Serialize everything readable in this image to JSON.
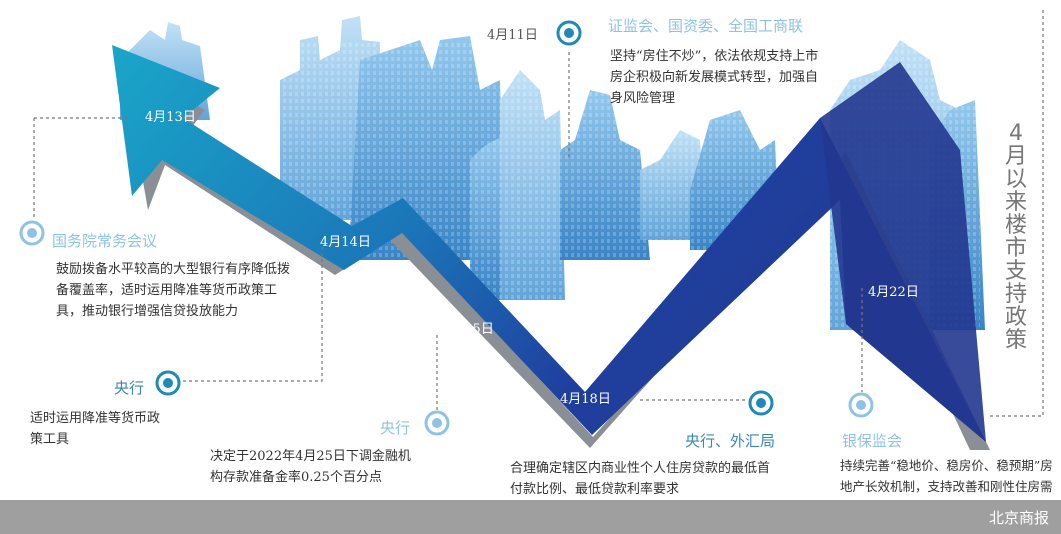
{
  "title": "4月以来楼市支持政策",
  "source": "北京商报",
  "colors": {
    "arrow_light": "#1b9fc8",
    "arrow_dark": "#1f2f8c",
    "accent": "#3a86b8",
    "footer": "#9f9f9f"
  },
  "events": [
    {
      "date": "4月13日",
      "org": "国务院常务会议",
      "desc": "鼓励拨备水平较高的大型银行有序降低拨备覆盖率，适时运用降准等货币政策工具，推动银行增强信贷投放能力"
    },
    {
      "date": "4月14日",
      "org": "央行",
      "desc": "适时运用降准等货币政策工具"
    },
    {
      "date": "4月15日",
      "org": "央行",
      "desc": "决定于2022年4月25日下调金融机构存款准备金率0.25个百分点"
    },
    {
      "date": "4月18日",
      "org": "央行、外汇局",
      "desc": "合理确定辖区内商业性个人住房贷款的最低首付款比例、最低贷款利率要求"
    },
    {
      "date": "4月11日",
      "org": "证监会、国资委、全国工商联",
      "desc": "坚持“房住不炒”，依法依规支持上市房企积极向新发展模式转型，加强自身风险管理"
    },
    {
      "date": "4月22日",
      "org": "银保监会",
      "desc": "持续完善“稳地价、稳房价、稳预期”房地产长效机制，支持改善和刚性住房需求"
    }
  ],
  "icons": [
    "target-icon"
  ]
}
